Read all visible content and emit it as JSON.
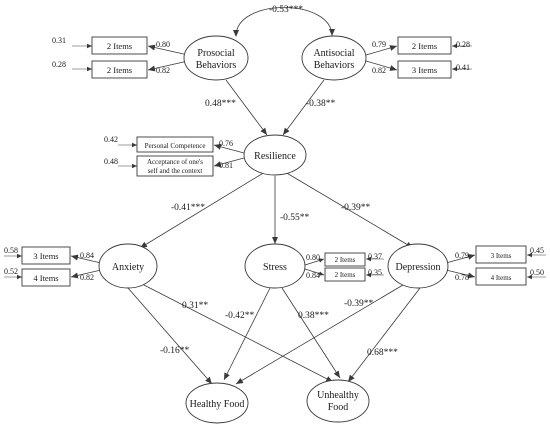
{
  "latent": {
    "prosocial": {
      "line1": "Prosocial",
      "line2": "Behaviors"
    },
    "antisocial": {
      "line1": "Antisocial",
      "line2": "Behaviors"
    },
    "resilience": {
      "label": "Resilience"
    },
    "anxiety": {
      "label": "Anxiety"
    },
    "stress": {
      "label": "Stress"
    },
    "depression": {
      "label": "Depression"
    },
    "healthy_food": {
      "label": "Healthy Food"
    },
    "unhealthy_food": {
      "line1": "Unhealthy",
      "line2": "Food"
    }
  },
  "indicators": {
    "prosocial_1": {
      "label": "2 Items",
      "loading": "0.80",
      "error": "0.31"
    },
    "prosocial_2": {
      "label": "2 Items",
      "loading": "0.82",
      "error": "0.28"
    },
    "antisocial_1": {
      "label": "2 Items",
      "loading": "0.79",
      "error": "0.28"
    },
    "antisocial_2": {
      "label": "3 Items",
      "loading": "0.82",
      "error": "0.41"
    },
    "resilience_1": {
      "label": "Personal Competence",
      "loading": "0.76",
      "error": "0.42"
    },
    "resilience_2": {
      "line1": "Acceptance of one's",
      "line2": "self and the context",
      "loading": "0.81",
      "error": "0.48"
    },
    "anxiety_1": {
      "label": "3 Items",
      "loading": "0.84",
      "error": "0.58"
    },
    "anxiety_2": {
      "label": "4 Items",
      "loading": "0.82",
      "error": "0.52"
    },
    "stress_1": {
      "label": "2 Items",
      "loading": "0.80",
      "error": "0.37"
    },
    "stress_2": {
      "label": "2 Items",
      "loading": "0.84",
      "error": "0.35"
    },
    "depression_1": {
      "label": "3 Items",
      "loading": "0.79",
      "error": "0.45"
    },
    "depression_2": {
      "label": "4 Items",
      "loading": "0.78",
      "error": "0.50"
    }
  },
  "paths": {
    "prosocial_antisocial": "-0.53***",
    "prosocial_resilience": "0.48***",
    "antisocial_resilience": "-0.38**",
    "resilience_anxiety": "-0.41***",
    "resilience_stress": "-0.55**",
    "resilience_depression": "-0.39**",
    "anxiety_healthy": "-0.16**",
    "anxiety_unhealthy": "0.31**",
    "stress_healthy": "-0.42**",
    "stress_unhealthy": "0.38***",
    "depression_healthy": "-0.39**",
    "depression_unhealthy": "0.68***"
  },
  "style": {
    "line_color": "#3a3a3a",
    "text_color": "#1a1a1a",
    "background": "#ffffff"
  }
}
